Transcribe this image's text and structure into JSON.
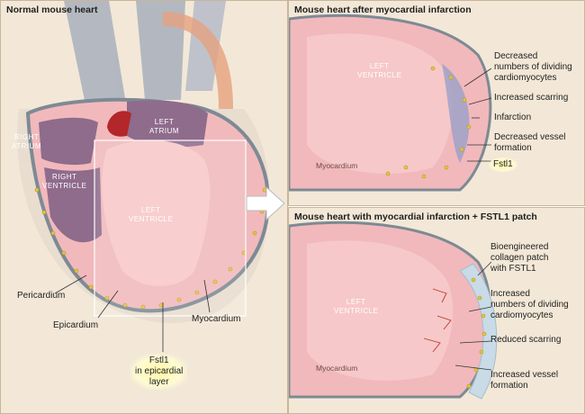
{
  "panels": {
    "normal": {
      "title": "Normal mouse heart",
      "chambers": {
        "right_atrium": "Right\nAtrium",
        "right_ventricle": "Right\nVentricle",
        "left_atrium": "Left\nAtrium",
        "left_ventricle": "Left\nVentricle"
      },
      "labels": {
        "pericardium": "Pericardium",
        "epicardium": "Epicardium",
        "myocardium": "Myocardium",
        "fstl1": "Fstl1\nin epicardial\nlayer"
      }
    },
    "infarction": {
      "title": "Mouse heart after myocardial infarction",
      "chamber": "Left\nVentricle",
      "tissue": "Myocardium",
      "labels": [
        "Decreased\nnumbers of dividing\ncardiomyocytes",
        "Increased scarring",
        "Infarction",
        "Decreased vessel\nformation",
        "Fstl1"
      ]
    },
    "patch": {
      "title": "Mouse heart with myocardial infarction + FSTL1 patch",
      "chamber": "Left\nVentricle",
      "tissue": "Myocardium",
      "labels": [
        "Bioengineered\ncollagen patch\nwith FSTL1",
        "Increased\nnumbers of dividing\ncardiomyocytes",
        "Reduced scarring",
        "Increased vessel\nformation"
      ]
    }
  },
  "colors": {
    "panel_bg": "#f3e8d7",
    "heart_wall": "#f1b9bc",
    "chamber": "#f7c8c9",
    "right_chambers": "#8f6b8c",
    "epicardial_layer": "#7d8a94",
    "fstl1_dot": "#e7c63a",
    "vessel": "#a8b0bd",
    "scar": "#9aa0c8",
    "patch": "#c8dbe6",
    "highlight": "#fff7a6"
  },
  "icons": [
    "arrow-right-icon"
  ]
}
